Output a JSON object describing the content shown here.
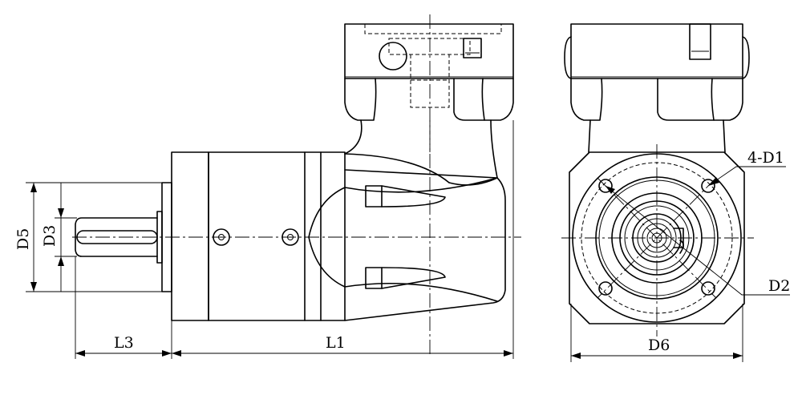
{
  "dimension_labels": {
    "d5": "D5",
    "d3": "D3",
    "l3": "L3",
    "l1": "L1",
    "d6": "D6",
    "d1": "4-D1",
    "d2": "D2"
  }
}
